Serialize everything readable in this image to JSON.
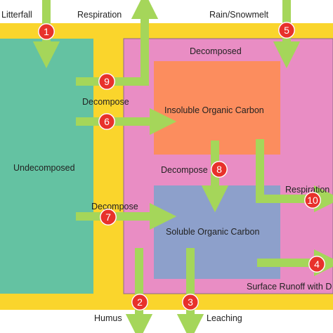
{
  "colors": {
    "frame": "#fad52c",
    "undecomposed": "#64c2a2",
    "decomposed": "#e98dc4",
    "insoluble": "#fc8d5e",
    "soluble": "#8da0cb",
    "arrow": "#a5d65a",
    "badge": "#e8312b"
  },
  "boxes": {
    "undecomposed": "Undecomposed",
    "decomposed": "Decomposed",
    "insoluble": "Insoluble Organic Carbon",
    "soluble": "Soluble Organic Carbon"
  },
  "flows": {
    "litterfall": "Litterfall",
    "respiration_top": "Respiration",
    "rain_snowmelt": "Rain/Snowmelt",
    "decompose_9_6": "Decompose",
    "decompose_8": "Decompose",
    "decompose_7": "Decompose",
    "respiration_right": "Respiration",
    "surface_runoff": "Surface Runoff with D",
    "humus": "Humus",
    "leaching": "Leaching"
  },
  "badges": {
    "b1": "1",
    "b2": "2",
    "b3": "3",
    "b4": "4",
    "b5": "5",
    "b6": "6",
    "b7": "7",
    "b8": "8",
    "b9": "9",
    "b10": "10"
  }
}
